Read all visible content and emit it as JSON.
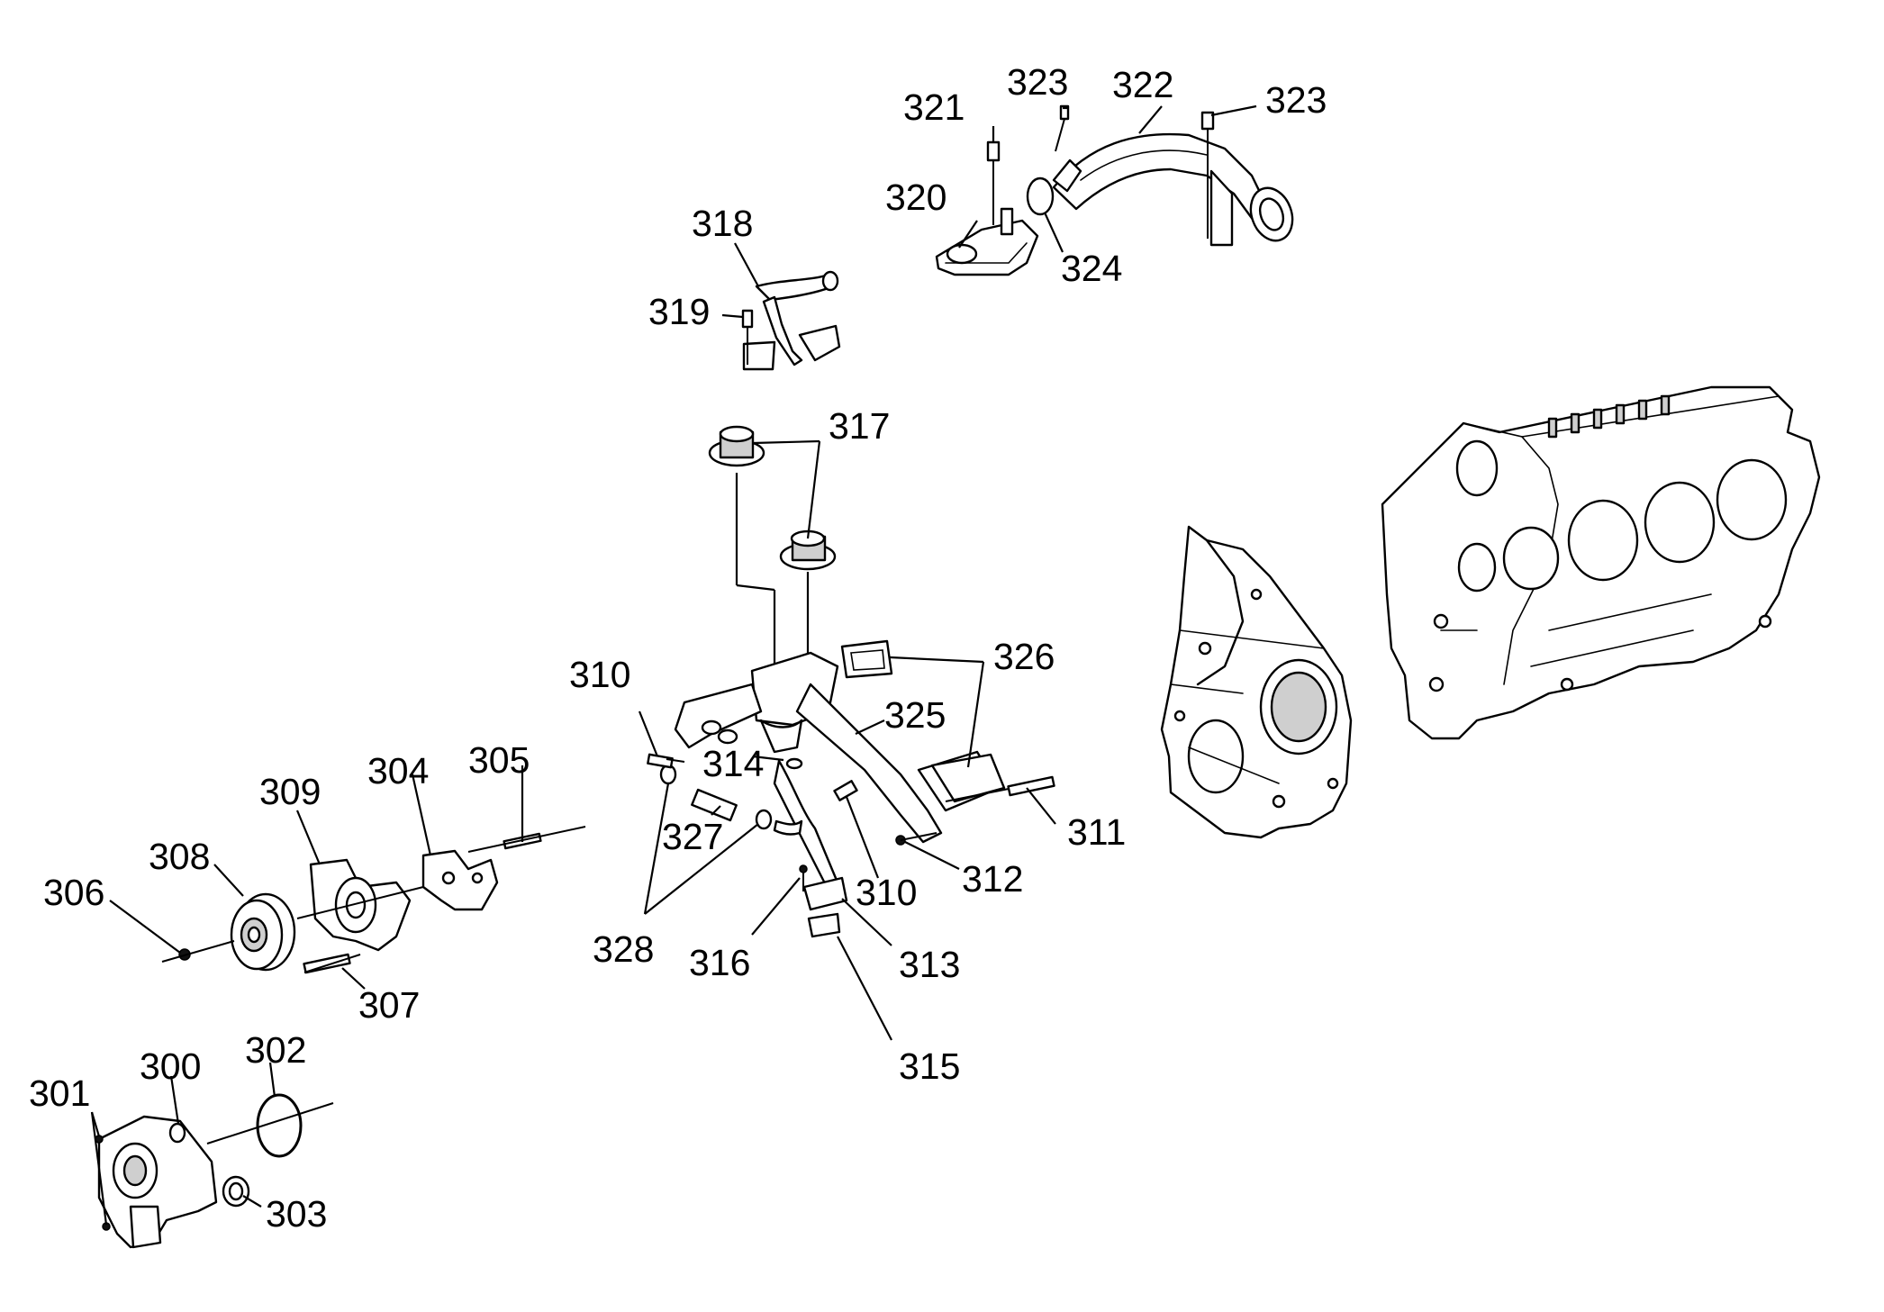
{
  "callouts": [
    {
      "id": "300",
      "text": "300"
    },
    {
      "id": "301",
      "text": "301"
    },
    {
      "id": "302",
      "text": "302"
    },
    {
      "id": "303",
      "text": "303"
    },
    {
      "id": "304",
      "text": "304"
    },
    {
      "id": "305",
      "text": "305"
    },
    {
      "id": "306",
      "text": "306"
    },
    {
      "id": "307",
      "text": "307"
    },
    {
      "id": "308",
      "text": "308"
    },
    {
      "id": "309",
      "text": "309"
    },
    {
      "id": "310a",
      "text": "310"
    },
    {
      "id": "310b",
      "text": "310"
    },
    {
      "id": "311",
      "text": "311"
    },
    {
      "id": "312",
      "text": "312"
    },
    {
      "id": "313",
      "text": "313"
    },
    {
      "id": "314",
      "text": "314"
    },
    {
      "id": "315",
      "text": "315"
    },
    {
      "id": "316",
      "text": "316"
    },
    {
      "id": "317",
      "text": "317"
    },
    {
      "id": "318",
      "text": "318"
    },
    {
      "id": "319",
      "text": "319"
    },
    {
      "id": "320",
      "text": "320"
    },
    {
      "id": "321",
      "text": "321"
    },
    {
      "id": "322",
      "text": "322"
    },
    {
      "id": "323a",
      "text": "323"
    },
    {
      "id": "323b",
      "text": "323"
    },
    {
      "id": "324",
      "text": "324"
    },
    {
      "id": "325",
      "text": "325"
    },
    {
      "id": "326",
      "text": "326"
    },
    {
      "id": "327",
      "text": "327"
    },
    {
      "id": "328",
      "text": "328"
    }
  ]
}
